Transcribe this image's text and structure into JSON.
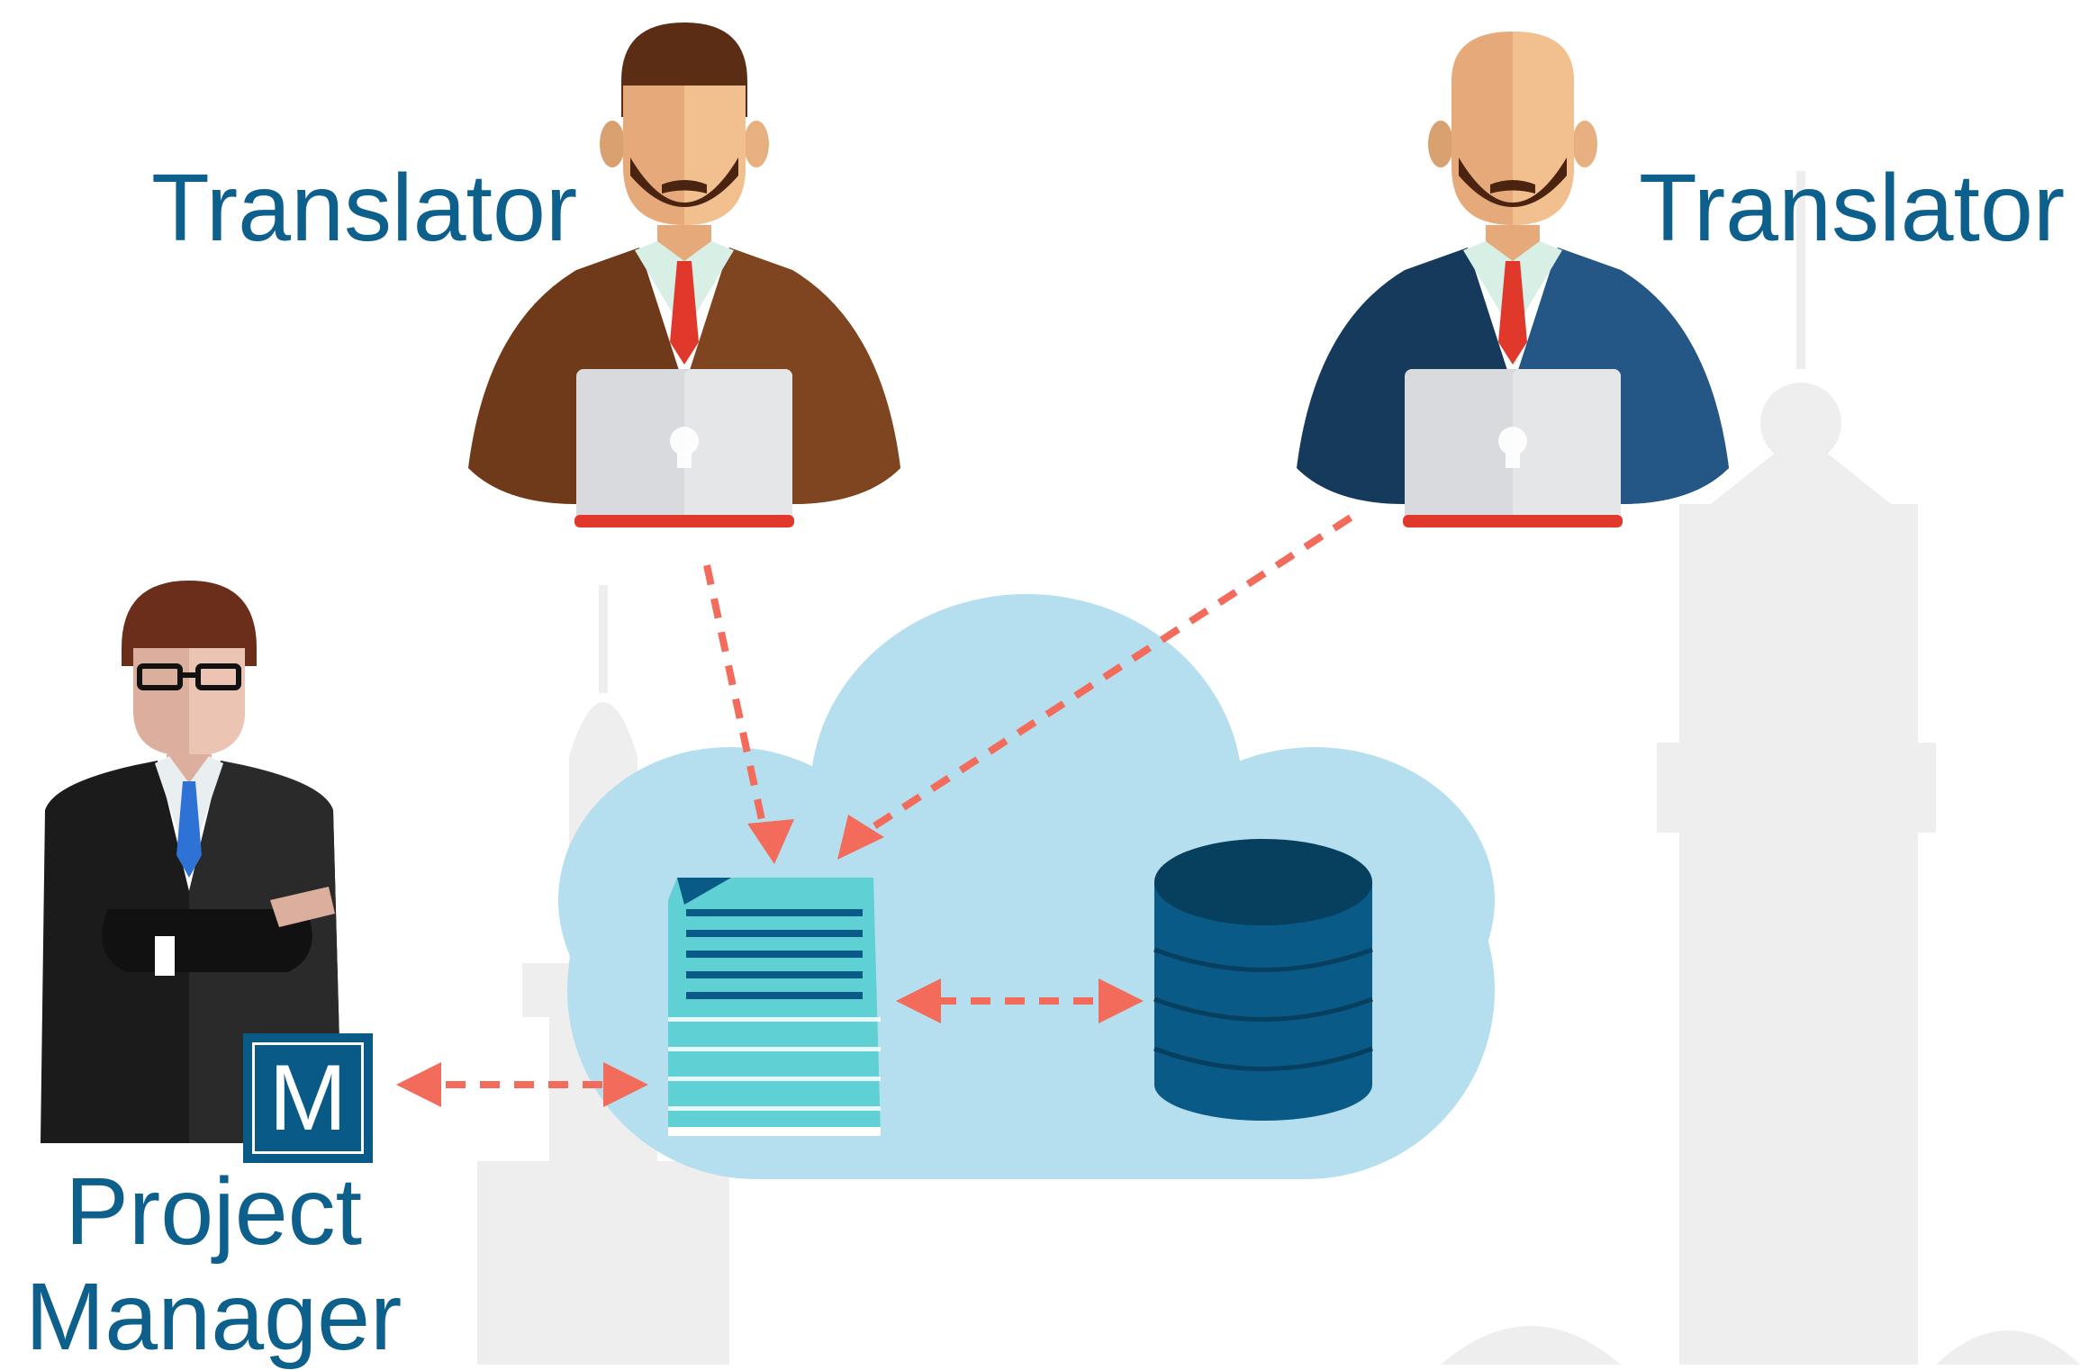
{
  "labels": {
    "translator_left": "Translator",
    "translator_right": "Translator",
    "project_manager_line1": "Project",
    "project_manager_line2": "Manager",
    "pm_badge_letter": "M"
  },
  "colors": {
    "label_text": "#0d5f8c",
    "arrow": "#f26b5b",
    "cloud": "#b5dfee",
    "database": "#0a5a88",
    "document": "#5fd0d3",
    "background_buildings": "#eeeeee"
  },
  "icons": {
    "translator_left": "translator-brown-suit-icon",
    "translator_right": "translator-blue-suit-icon",
    "project_manager": "project-manager-icon",
    "cloud": "cloud-icon",
    "document": "document-icon",
    "database": "database-icon"
  }
}
